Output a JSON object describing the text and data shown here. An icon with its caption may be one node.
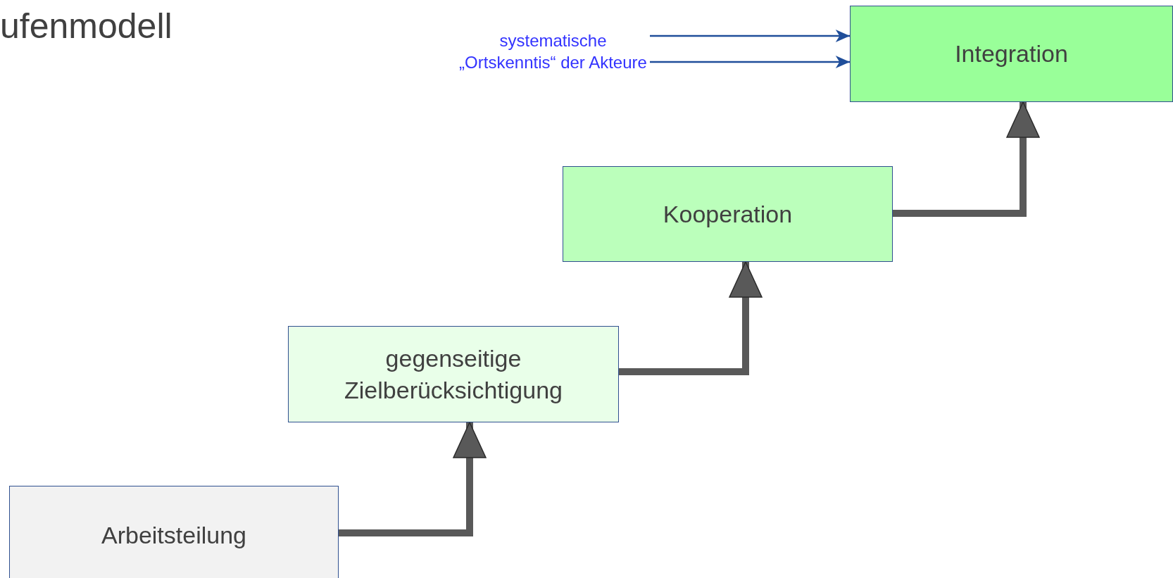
{
  "diagram": {
    "title": "ufenmodell",
    "nodes": [
      {
        "text": [
          "systematische „Ortskenntis“ der Akteure"
        ]
      },
      {
        "text": [
          "Integration"
        ]
      },
      {
        "text": [
          "Kooperation"
        ]
      },
      {
        "text": [
          "gegenseitige Zielberücksichtigung"
        ]
      },
      {
        "text": [
          "Arbeitsteilung"
        ]
      }
    ],
    "edges": [
      {
        "from": 4,
        "to": 3,
        "arrow": "to"
      },
      {
        "from": 3,
        "to": 2,
        "arrow": "to"
      },
      {
        "from": 2,
        "to": 1,
        "arrow": "to"
      },
      {
        "from": 0,
        "to": 1,
        "arrow": "to",
        "color": "#1f4e9a"
      },
      {
        "from": 0,
        "to": 1,
        "arrow": "to",
        "color": "#1f4e9a"
      }
    ]
  }
}
